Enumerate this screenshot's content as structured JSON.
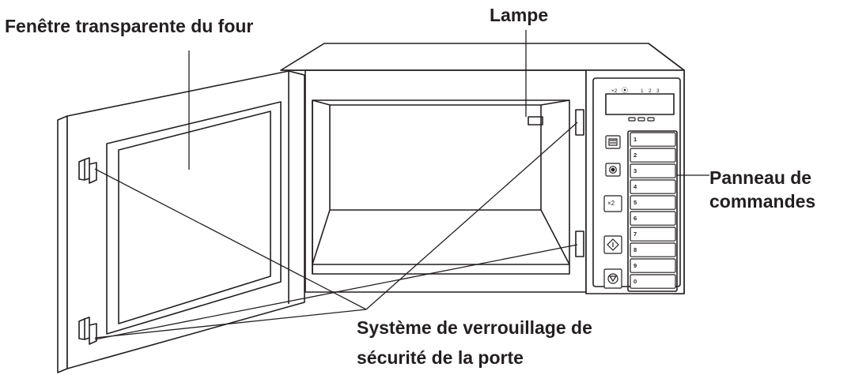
{
  "labels": {
    "oven_window": "Fenêtre transparente du four",
    "lamp": "Lampe",
    "control_panel_line1": "Panneau de",
    "control_panel_line2": "commandes",
    "door_lock_line1": "Système de verrouillage de",
    "door_lock_line2": "sécurité de la porte"
  },
  "control_panel": {
    "display_indicators": [
      "×2",
      "1",
      "2",
      "3"
    ],
    "number_buttons": [
      "1",
      "2",
      "3",
      "4",
      "5",
      "6",
      "7",
      "8",
      "9",
      "0"
    ],
    "function_buttons": [
      {
        "icon": "menu-icon"
      },
      {
        "icon": "power-level-icon"
      },
      {
        "icon": "x2-icon",
        "label": "×2"
      },
      {
        "icon": "start-icon"
      },
      {
        "icon": "stop-icon"
      }
    ]
  },
  "colors": {
    "line": "#231f20",
    "background": "#ffffff"
  }
}
